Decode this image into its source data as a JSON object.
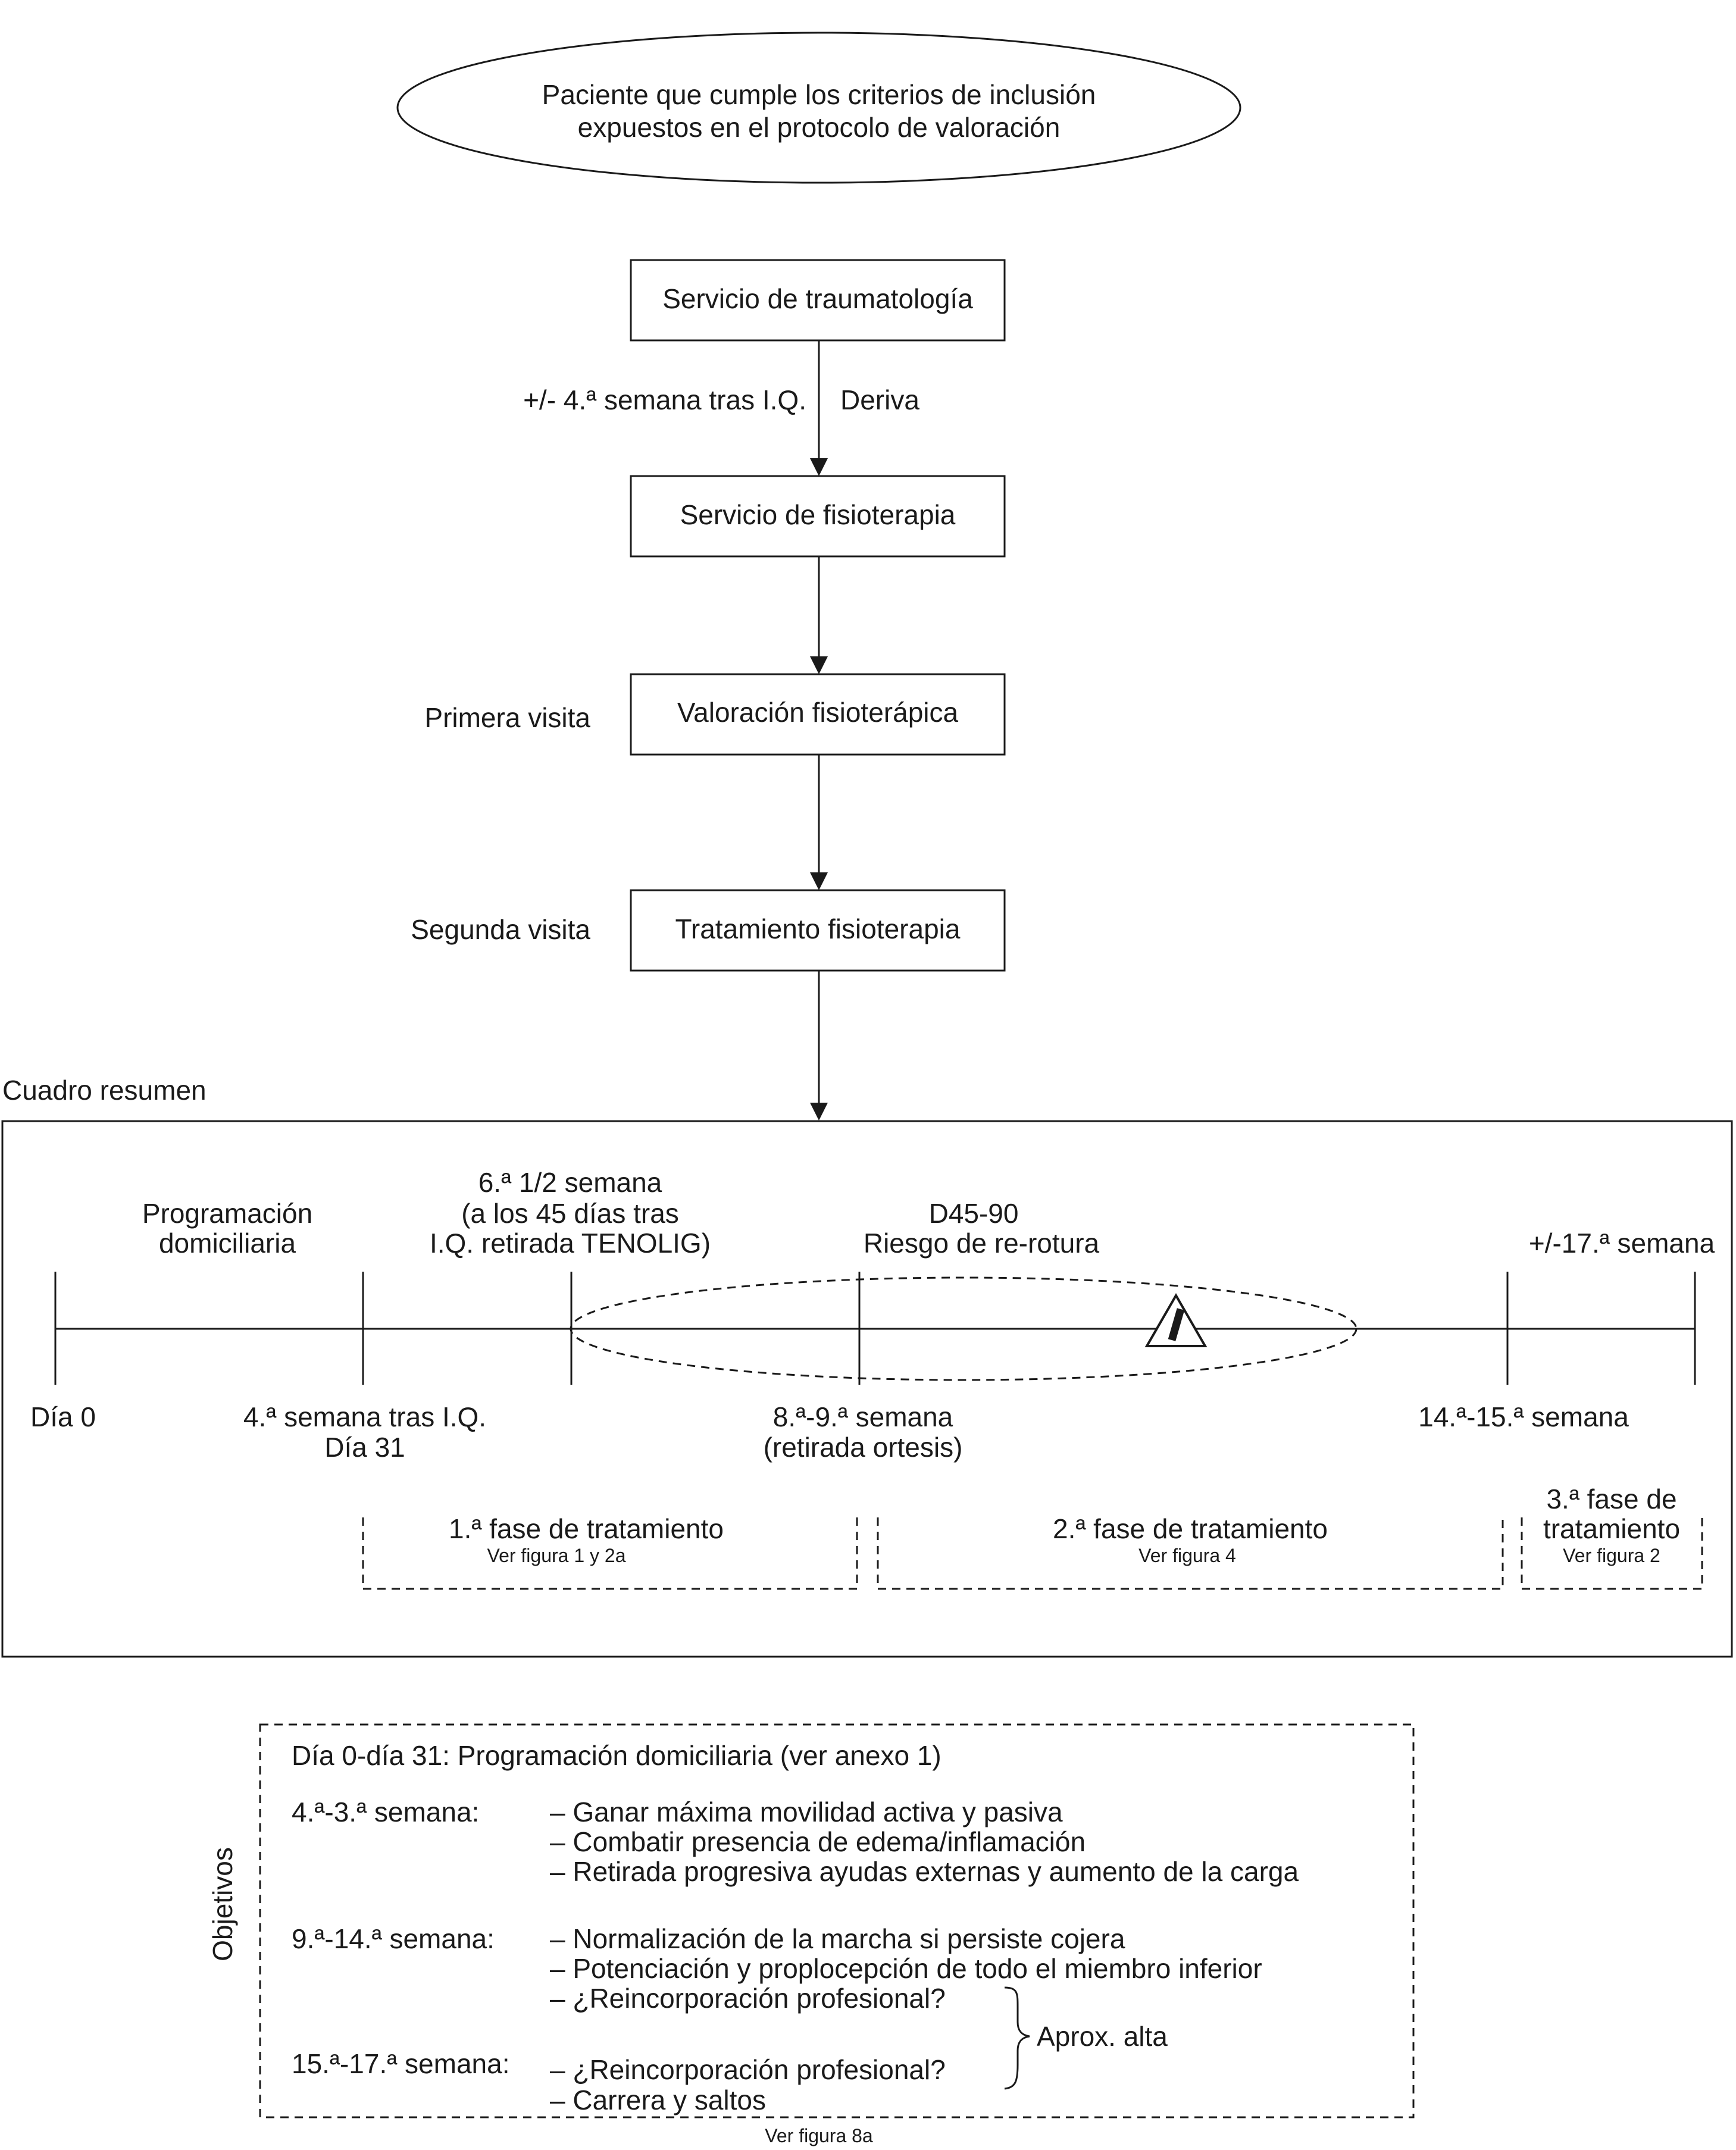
{
  "start_node": {
    "line1": "Paciente que cumple los criterios de inclusión",
    "line2": "expuestos en el protocolo de valoración"
  },
  "boxes": {
    "traumatologia": "Servicio de traumatología",
    "fisioterapia": "Servicio de fisioterapia",
    "valoracion": "Valoración fisioterápica",
    "tratamiento": "Tratamiento fisioterapia"
  },
  "edge_labels": {
    "semana_label": "+/- 4.ª semana tras I.Q.",
    "deriva": "Deriva",
    "primera_visita": "Primera visita",
    "segunda_visita": "Segunda visita"
  },
  "summary": {
    "title": "Cuadro resumen",
    "programacion_l1": "Programación",
    "programacion_l2": "domiciliaria",
    "semana6_l1": "6.ª 1/2 semana",
    "semana6_l2": "(a los 45 días tras",
    "semana6_l3": "I.Q. retirada TENOLIG)",
    "d45_l1": "D45-90",
    "d45_l2": "Riesgo de re-rotura",
    "semana17": "+/-17.ª semana",
    "dia0": "Día 0",
    "semana4_l1": "4.ª semana tras I.Q.",
    "semana4_l2": "Día 31",
    "semana89_l1": "8.ª-9.ª semana",
    "semana89_l2": "(retirada ortesis)",
    "semana1415": "14.ª-15.ª semana",
    "fase1_title": "1.ª fase de tratamiento",
    "fase1_ref": "Ver figura 1 y 2a",
    "fase2_title": "2.ª fase de tratamiento",
    "fase2_ref": "Ver figura 4",
    "fase3_l1": "3.ª fase de",
    "fase3_l2": "tratamiento",
    "fase3_ref": "Ver figura 2"
  },
  "objetivos": {
    "side_label": "Objetivos",
    "header": "Día 0-día 31: Programación domiciliaria (ver anexo 1)",
    "group1_label": "4.ª-3.ª semana:",
    "group1_items": [
      "– Ganar máxima movilidad activa y pasiva",
      "– Combatir presencia de edema/inflamación",
      "– Retirada progresiva ayudas externas y aumento de la carga"
    ],
    "group2_label": "9.ª-14.ª semana:",
    "group2_items": [
      "– Normalización de la marcha si persiste cojera",
      "– Potenciación y proplocepción de todo el miembro inferior",
      "– ¿Reincorporación profesional?"
    ],
    "group3_label": "15.ª-17.ª semana:",
    "group3_items": [
      "– ¿Reincorporación profesional?",
      "– Carrera y saltos"
    ],
    "brace_label": "Aprox. alta",
    "footer_ref": "Ver figura 8a"
  },
  "icons": {
    "warning": "warning-icon"
  },
  "colors": {
    "ink": "#1a1a1a",
    "background": "#ffffff"
  }
}
